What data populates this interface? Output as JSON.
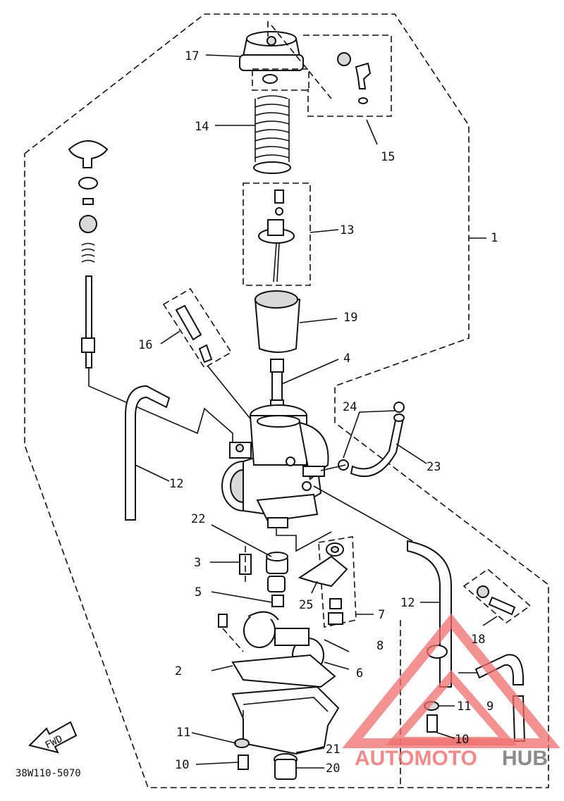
{
  "diagram": {
    "drawing_code": "38W110-5070",
    "direction_arrow": "FWD",
    "callouts": [
      "17",
      "14",
      "15",
      "13",
      "1",
      "19",
      "16",
      "4",
      "24",
      "23",
      "12",
      "22",
      "3",
      "5",
      "25",
      "7",
      "12",
      "18",
      "8",
      "6",
      "2",
      "11",
      "9",
      "10",
      "11",
      "10",
      "21",
      "20"
    ]
  },
  "watermark": {
    "part_a": "AUTOMOTO",
    "part_b": "HUB",
    "color_a": "#f06d6d",
    "color_b": "#6e6e6e"
  }
}
